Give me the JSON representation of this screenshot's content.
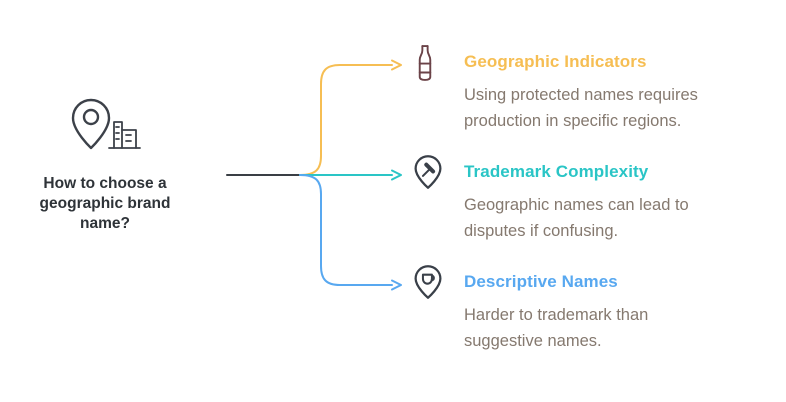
{
  "root": {
    "title": "How to choose a\ngeographic brand\nname?",
    "icon": "location-pin-and-building-icon"
  },
  "colors": {
    "trunk_line": "#3A3F45",
    "root_icon": "#3C4149",
    "root_text": "#2E3338",
    "body_text": "#85796F",
    "bottle_icon": "#6B4348",
    "pin_icon": "#3A4049"
  },
  "branches": [
    {
      "title": "Geographic Indicators",
      "description": "Using protected names requires\nproduction in specific regions.",
      "color": "#F6BE53",
      "icon": "wine-bottle-icon"
    },
    {
      "title": "Trademark Complexity",
      "description": "Geographic names can lead to\ndisputes if confusing.",
      "color": "#2AC5C6",
      "icon": "gavel-pin-icon"
    },
    {
      "title": "Descriptive Names",
      "description": "Harder to trademark than\nsuggestive names.",
      "color": "#58A8F0",
      "icon": "cup-pin-icon"
    }
  ]
}
